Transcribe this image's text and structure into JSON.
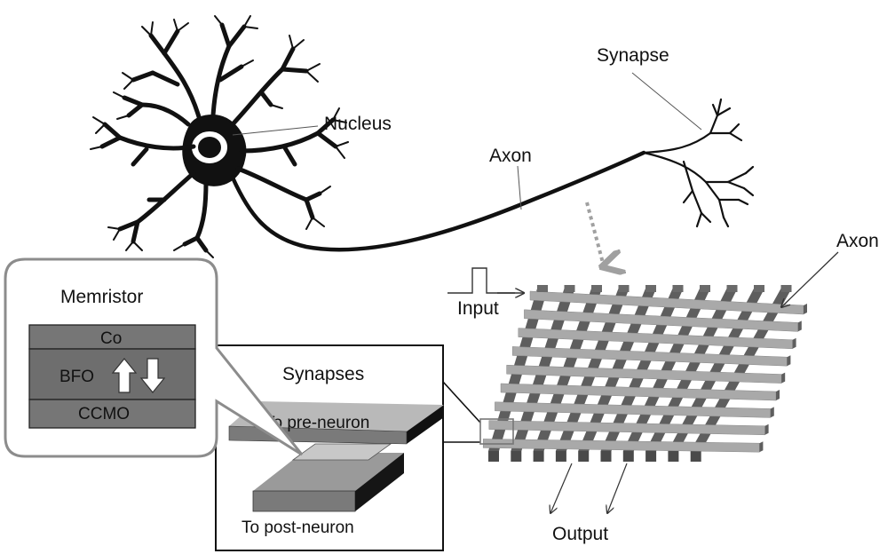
{
  "labels": {
    "nucleus": "Nucleus",
    "axon_neuron": "Axon",
    "synapse": "Synapse",
    "axon_array": "Axon",
    "input": "Input",
    "output": "Output",
    "memristor": "Memristor",
    "synapses": "Synapses",
    "to_pre_neuron": "To pre-neuron",
    "to_post_neuron": "To post-neuron"
  },
  "memristor_layers": [
    "Co",
    "BFO",
    "CCMO"
  ],
  "colors": {
    "neuron": "#111111",
    "bar_top": "#a9a9a9",
    "bar_side": "#5e5e5e",
    "layer_fill": "#6e6e6e",
    "dashed_arrow": "#a0a0a0",
    "callout_border": "#8c8c8c"
  },
  "icons": [
    "up-arrow-icon",
    "down-arrow-icon"
  ]
}
